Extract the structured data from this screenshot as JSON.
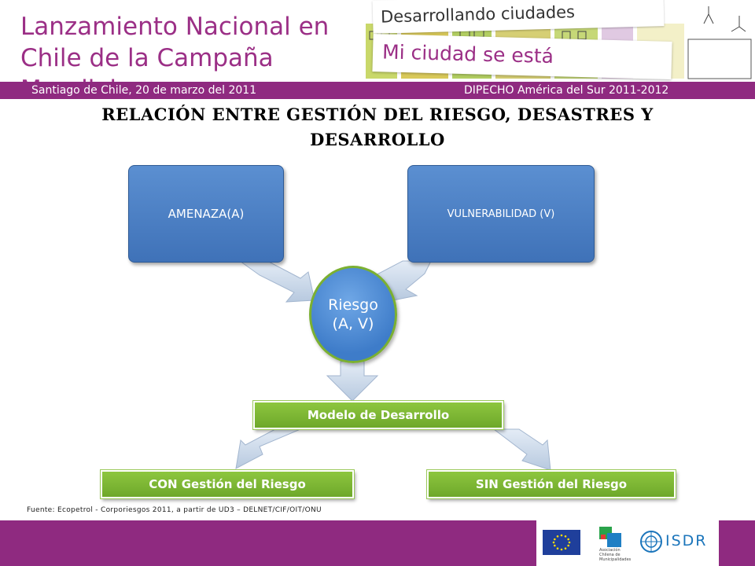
{
  "banner": {
    "title_line1": "Lanzamiento Nacional en",
    "title_line2": "Chile de la Campaña Mundial:",
    "tag1": "Desarrollando ciudades resilientes",
    "tag2": "Mi ciudad se está preparando",
    "date": "Santiago de Chile, 20 de marzo del 2011",
    "program": "DIPECHO América del Sur 2011-2012"
  },
  "heading_line1": "RELACIÓN ENTRE GESTIÓN DEL RIESGO, DESASTRES Y",
  "heading_line2": "DESARROLLO",
  "diagram": {
    "amenaza": "AMENAZA(A)",
    "vulnerabilidad": "VULNERABILIDAD (V)",
    "riesgo_line1": "Riesgo",
    "riesgo_line2": "(A, V)",
    "modelo": "Modelo de Desarrollo",
    "con": "CON Gestión del Riesgo",
    "sin": "SIN Gestión del Riesgo"
  },
  "source": "Fuente: Ecopetrol - Corporiesgos 2011, a partir de UD3 – DELNET/CIF/OIT/ONU",
  "footer": {
    "isdr": "ISDR",
    "achm_caption": "Asociación Chilena de Municipalidades"
  },
  "colors": {
    "brand_purple": "#8f2a80",
    "box_blue": "#4a7fc1",
    "box_green": "#7ab534",
    "arrow_fill": "#c5d5e8"
  }
}
